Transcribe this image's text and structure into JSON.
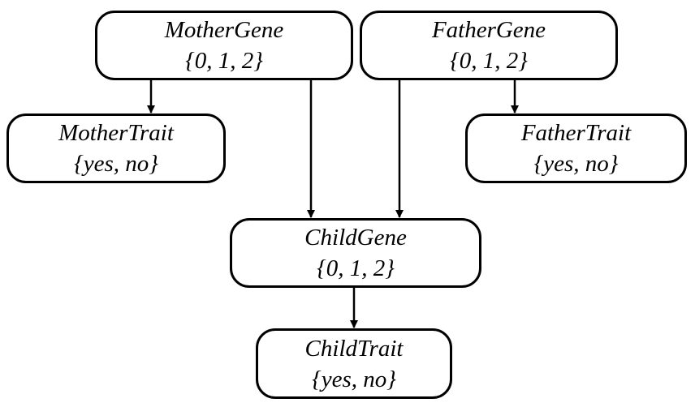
{
  "nodes": {
    "mother_gene": {
      "name": "MotherGene",
      "domain": "{0, 1, 2}"
    },
    "father_gene": {
      "name": "FatherGene",
      "domain": "{0, 1, 2}"
    },
    "mother_trait": {
      "name": "MotherTrait",
      "domain": "{yes, no}"
    },
    "father_trait": {
      "name": "FatherTrait",
      "domain": "{yes, no}"
    },
    "child_gene": {
      "name": "ChildGene",
      "domain": "{0, 1, 2}"
    },
    "child_trait": {
      "name": "ChildTrait",
      "domain": "{yes, no}"
    }
  },
  "edges": [
    {
      "from": "mother_gene",
      "to": "mother_trait"
    },
    {
      "from": "mother_gene",
      "to": "child_gene"
    },
    {
      "from": "father_gene",
      "to": "father_trait"
    },
    {
      "from": "father_gene",
      "to": "child_gene"
    },
    {
      "from": "child_gene",
      "to": "child_trait"
    }
  ],
  "colors": {
    "stroke": "#000000",
    "background": "#ffffff"
  }
}
